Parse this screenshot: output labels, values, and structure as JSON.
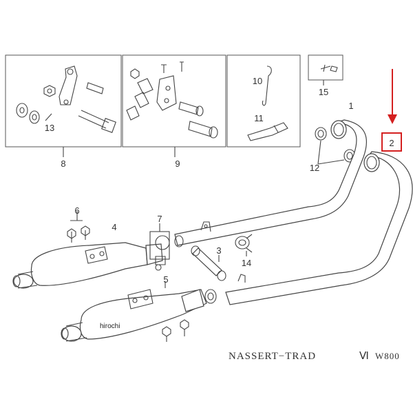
{
  "diagram": {
    "title": "NASSERT−TRAD",
    "title_suffix": "Ⅵ",
    "model": "W800",
    "watermark": "hirochi",
    "part_numbers": [
      "1",
      "2",
      "3",
      "4",
      "5",
      "6",
      "7",
      "8",
      "9",
      "10",
      "11",
      "12",
      "13",
      "14",
      "15"
    ],
    "highlighted_part": "2",
    "highlight_color": "#d42020",
    "line_color": "#444444"
  }
}
